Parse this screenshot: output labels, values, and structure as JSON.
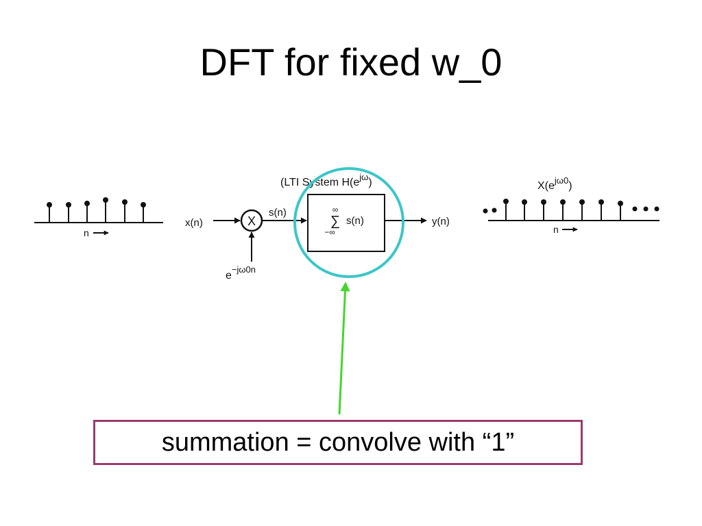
{
  "title": "DFT for fixed w_0",
  "diagram": {
    "input_axis_label": "n",
    "input_signal_label": "x(n)",
    "multiplier_symbol": "X",
    "modulator_base": "e",
    "modulator_exponent": "−jω0n",
    "product_label": "s(n)",
    "system_caption_prefix": "(LTI System H(e",
    "system_caption_exponent": "jω",
    "system_caption_suffix": ")",
    "sum_upper_limit": "∞",
    "sum_symbol": "∑",
    "sum_lower_limit": "−∞",
    "sum_argument": "s(n)",
    "output_label": "y(n)",
    "output_caption_prefix": "X(e",
    "output_caption_exponent": "jω0",
    "output_caption_suffix": ")",
    "output_axis_label": "n"
  },
  "caption": "summation = convolve with “1”",
  "colors": {
    "highlight_circle": "#3cc6c8",
    "pointer_arrow": "#44d62c",
    "caption_border": "#9b3a6e"
  }
}
